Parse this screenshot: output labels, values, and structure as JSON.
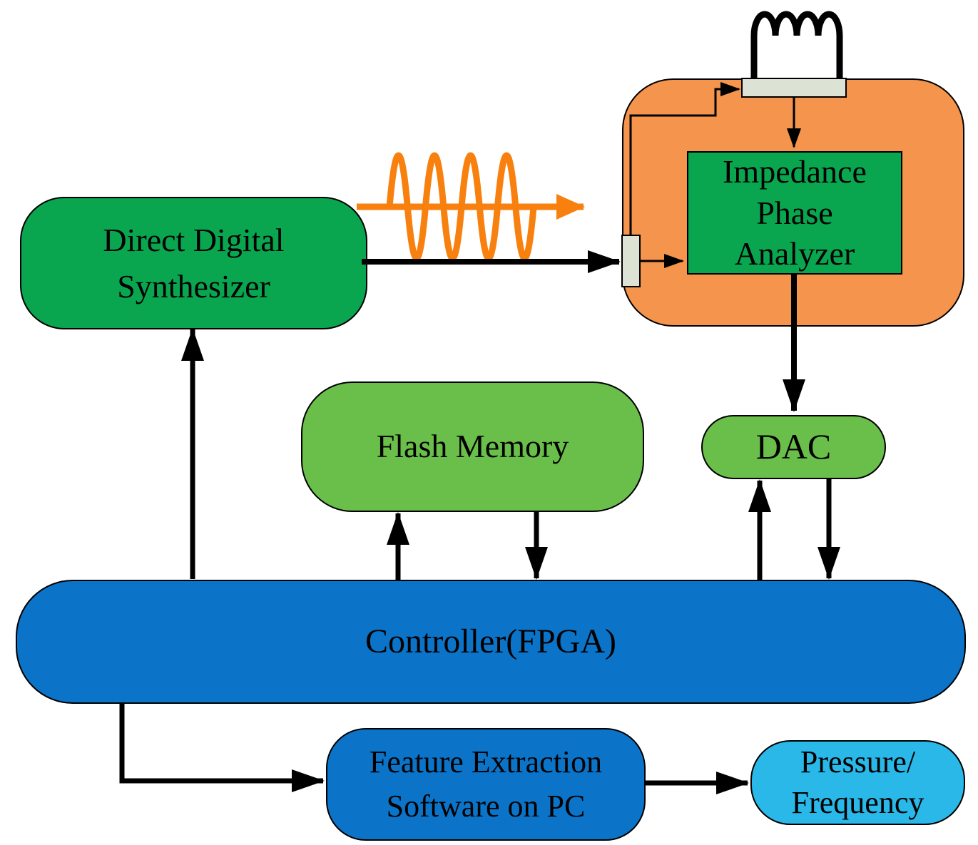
{
  "diagram": {
    "nodes": {
      "dds": {
        "lines": [
          "Direct Digital",
          "Synthesizer"
        ],
        "fill": "#0aa64f"
      },
      "sensor_module": {
        "fill": "#f5944c"
      },
      "impedance_analyzer": {
        "lines": [
          "Impedance",
          "Phase",
          "Analyzer"
        ],
        "fill": "#0aa64f"
      },
      "flash_memory": {
        "label": "Flash Memory",
        "fill": "#6abf4b"
      },
      "dac": {
        "label": "DAC",
        "fill": "#6abf4b"
      },
      "controller": {
        "label": "Controller(FPGA)",
        "fill": "#0b74c9"
      },
      "feature_extraction": {
        "lines": [
          "Feature Extraction",
          "Software on PC"
        ],
        "fill": "#0b74c9"
      },
      "pressure_frequency": {
        "lines": [
          "Pressure/",
          "Frequency"
        ],
        "fill": "#29b8e8"
      }
    },
    "icons": {
      "inductor_coil": "inductor-coil-icon",
      "sine_wave": "sine-wave-icon",
      "electrode_top": "electrode-bar-top",
      "electrode_left": "electrode-bar-left"
    },
    "colors": {
      "node_green": "#0aa64f",
      "node_light_green": "#6abf4b",
      "node_blue": "#0b74c9",
      "node_cyan": "#29b8e8",
      "sensor_orange": "#f5944c",
      "signal_orange": "#f8800e",
      "electrode_gray": "#dce3d4",
      "line_black": "#000000"
    }
  }
}
